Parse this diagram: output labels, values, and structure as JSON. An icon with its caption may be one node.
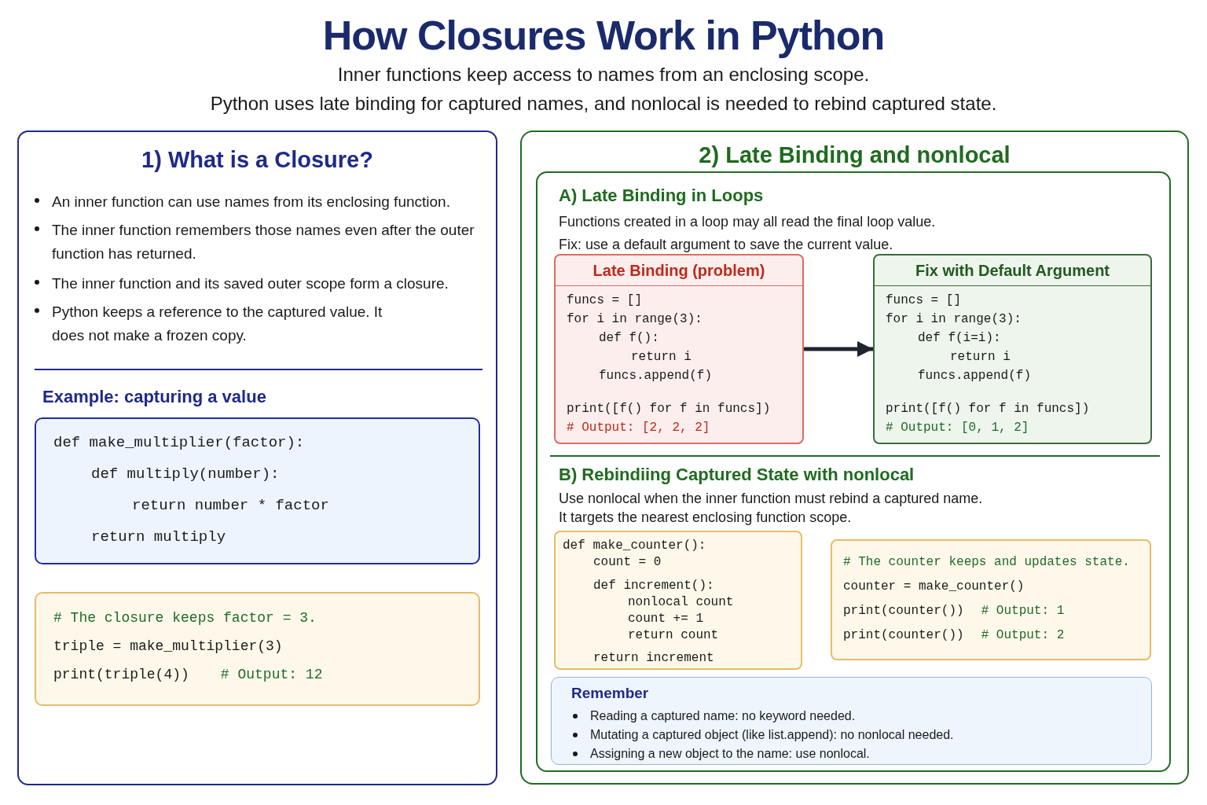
{
  "diagram": {
    "title": "How Closures Work in Python",
    "nodes": [
      {
        "text": [
          "1) What is a Closure?",
          "An inner function can use names from its enclosing function.",
          "The inner function remembers those names even after the outer function has returned.",
          "The inner function and its saved outer scope form a closure.",
          "Python keeps a reference to the captured value. It does not make a frozen copy.",
          "Example: capturing a value"
        ]
      },
      {
        "text": [
          "def make_multiplier(factor):",
          "def multiply(number):",
          "return number * factor",
          "return multiply"
        ],
        "in": 0
      },
      {
        "text": [
          "# The closure keeps factor = 3.",
          "triple = make_multiplier(3)",
          "print(triple(4))",
          "# Output: 12"
        ],
        "in": 0
      },
      {
        "text": [
          "2) Late Binding and nonlocal"
        ]
      },
      {
        "text": [
          "A) Late Binding in Loops",
          "Functions created in a loop may all read the final loop value.",
          "Fix: use a default argument to save the current value.",
          "B) Rebindiing Captured State with nonlocal",
          "Use nonlocal when the inner function must rebind a captured name.",
          "It targets the nearest enclosing function scope."
        ],
        "in": 3
      },
      {
        "text": [
          "Late Binding (problem)",
          "funcs = []",
          "for i in range(3):",
          "def f():",
          "return i",
          "funcs.append(f)",
          "print([f() for f in funcs])",
          "# Output: [2, 2, 2]"
        ],
        "in": 4
      },
      {
        "text": [
          "Fix with Default Argument",
          "funcs = []",
          "for i in range(3):",
          "def f(i=i):",
          "return i",
          "funcs.append(f)",
          "print([f() for f in funcs])",
          "# Output: [0, 1, 2]"
        ],
        "in": 4
      },
      {
        "text": [
          "def make_counter():",
          "count = 0",
          "def increment():",
          "nonlocal count",
          "count += 1",
          "return count",
          "return increment"
        ],
        "in": 4
      },
      {
        "text": [
          "# The counter keeps and updates state.",
          "counter = make_counter()",
          "print(counter())",
          "# Output: 1",
          "print(counter())",
          "# Output: 2"
        ],
        "in": 4
      },
      {
        "text": [
          "Remember",
          "Reading a captured name: no keyword needed.",
          "Mutating a captured object (like list.append): no nonlocal needed.",
          "Assigning a new object to the name: use nonlocal."
        ],
        "in": 4
      }
    ],
    "edges": [
      {
        "from": 5,
        "to": 6,
        "arrow": "to"
      }
    ],
    "labels": [
      "Inner functions keep access to names from an enclosing scope.",
      "Python uses late binding for captured names, and nonlocal is needed to rebind captured state."
    ]
  }
}
